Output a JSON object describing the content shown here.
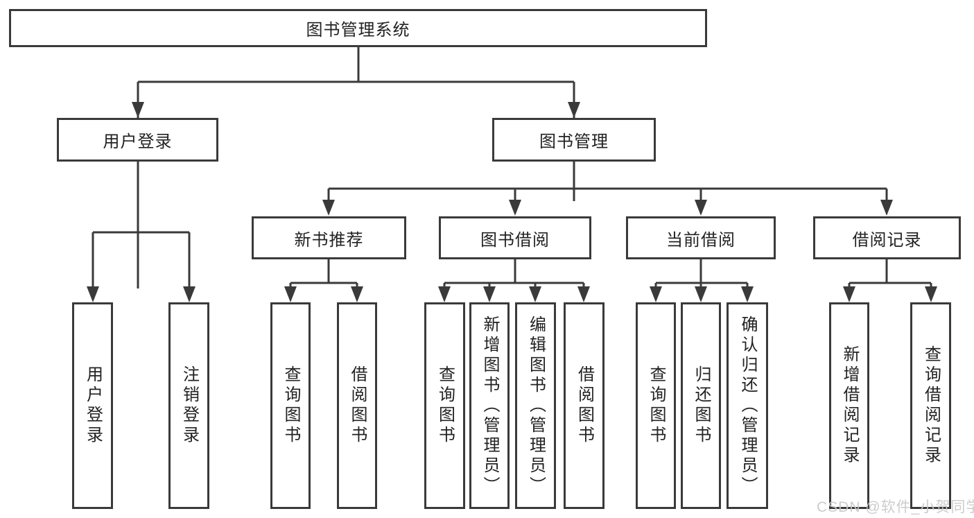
{
  "tree": {
    "label": "图书管理系统",
    "children": [
      {
        "label": "用户登录",
        "children": [
          {
            "label": "用户登录"
          },
          {
            "label": "注销登录"
          }
        ]
      },
      {
        "label": "图书管理",
        "children": [
          {
            "label": "新书推荐",
            "children": [
              {
                "label": "查询图书"
              },
              {
                "label": "借阅图书"
              }
            ]
          },
          {
            "label": "图书借阅",
            "children": [
              {
                "label": "查询图书"
              },
              {
                "label": "新增图书（管理员）"
              },
              {
                "label": "编辑图书（管理员）"
              },
              {
                "label": "借阅图书"
              }
            ]
          },
          {
            "label": "当前借阅",
            "children": [
              {
                "label": "查询图书"
              },
              {
                "label": "归还图书"
              },
              {
                "label": "确认归还（管理员）"
              }
            ]
          },
          {
            "label": "借阅记录",
            "children": [
              {
                "label": "新增借阅记录"
              },
              {
                "label": "查询借阅记录"
              }
            ]
          }
        ]
      }
    ]
  },
  "watermark": "CSDN @软件_小贺同学",
  "colors": {
    "line": "#3a3a3a",
    "box_border": "#3a3a3a",
    "text": "#222222",
    "background": "#ffffff",
    "watermark": "#c9c9c9"
  }
}
